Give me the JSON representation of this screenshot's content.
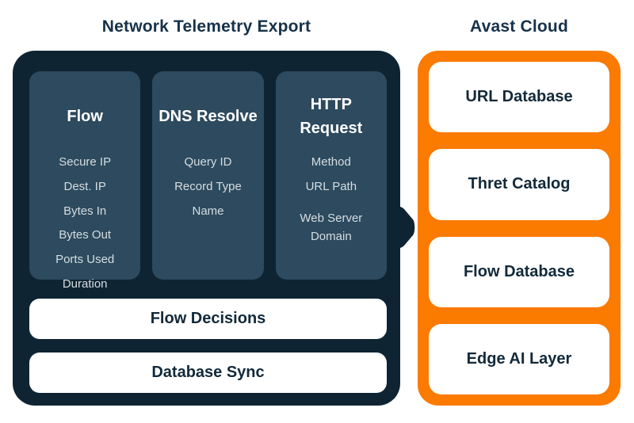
{
  "colors": {
    "background": "#ffffff",
    "panel_dark": "#0f2433",
    "column_fill": "#2d4a5e",
    "panel_orange": "#fb7a00",
    "title_text": "#16324a",
    "dark_text": "#12293a",
    "item_text": "#d5dde2",
    "white": "#ffffff"
  },
  "left_panel": {
    "title": "Network Telemetry Export",
    "columns": [
      {
        "heading": "Flow",
        "items": [
          "Secure IP",
          "Dest. IP",
          "Bytes In",
          "Bytes Out",
          "Ports Used",
          "Duration"
        ]
      },
      {
        "heading": "DNS Resolve",
        "items": [
          "Query ID",
          "Record Type",
          "Name"
        ]
      },
      {
        "heading": "HTTP Request",
        "items": [
          "Method",
          "URL Path",
          "Web Server Domain"
        ]
      }
    ],
    "bars": [
      "Flow Decisions",
      "Database Sync"
    ]
  },
  "right_panel": {
    "title": "Avast Cloud",
    "cards": [
      "URL Database",
      "Thret Catalog",
      "Flow Database",
      "Edge AI Layer"
    ]
  },
  "icons": {
    "connector": "right-arrow"
  }
}
